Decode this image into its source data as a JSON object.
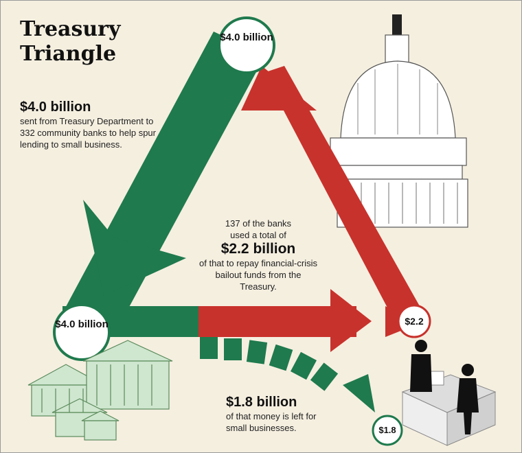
{
  "title": "Treasury Triangle",
  "left_block": {
    "amount": "$4.0 billion",
    "text": "sent from Treasury Department to 332 community banks to help spur lending to small business."
  },
  "center_block": {
    "line1": "137 of the banks used a total of",
    "amount": "$2.2 billion",
    "line2": "of that to repay financial-crisis bailout funds from the Treasury."
  },
  "bottom_block": {
    "amount": "$1.8 billion",
    "text": "of that money is left for small businesses."
  },
  "badges": {
    "top": "$4.0 billion",
    "left": "$4.0 billion",
    "right": "$2.2",
    "bottom": "$1.8"
  },
  "colors": {
    "green": "#1f7a4d",
    "red": "#c8322c",
    "background": "#f5efe0"
  },
  "icons": [
    "capitol-dome-icon",
    "bank-buildings-icon",
    "people-at-counter-icon"
  ]
}
